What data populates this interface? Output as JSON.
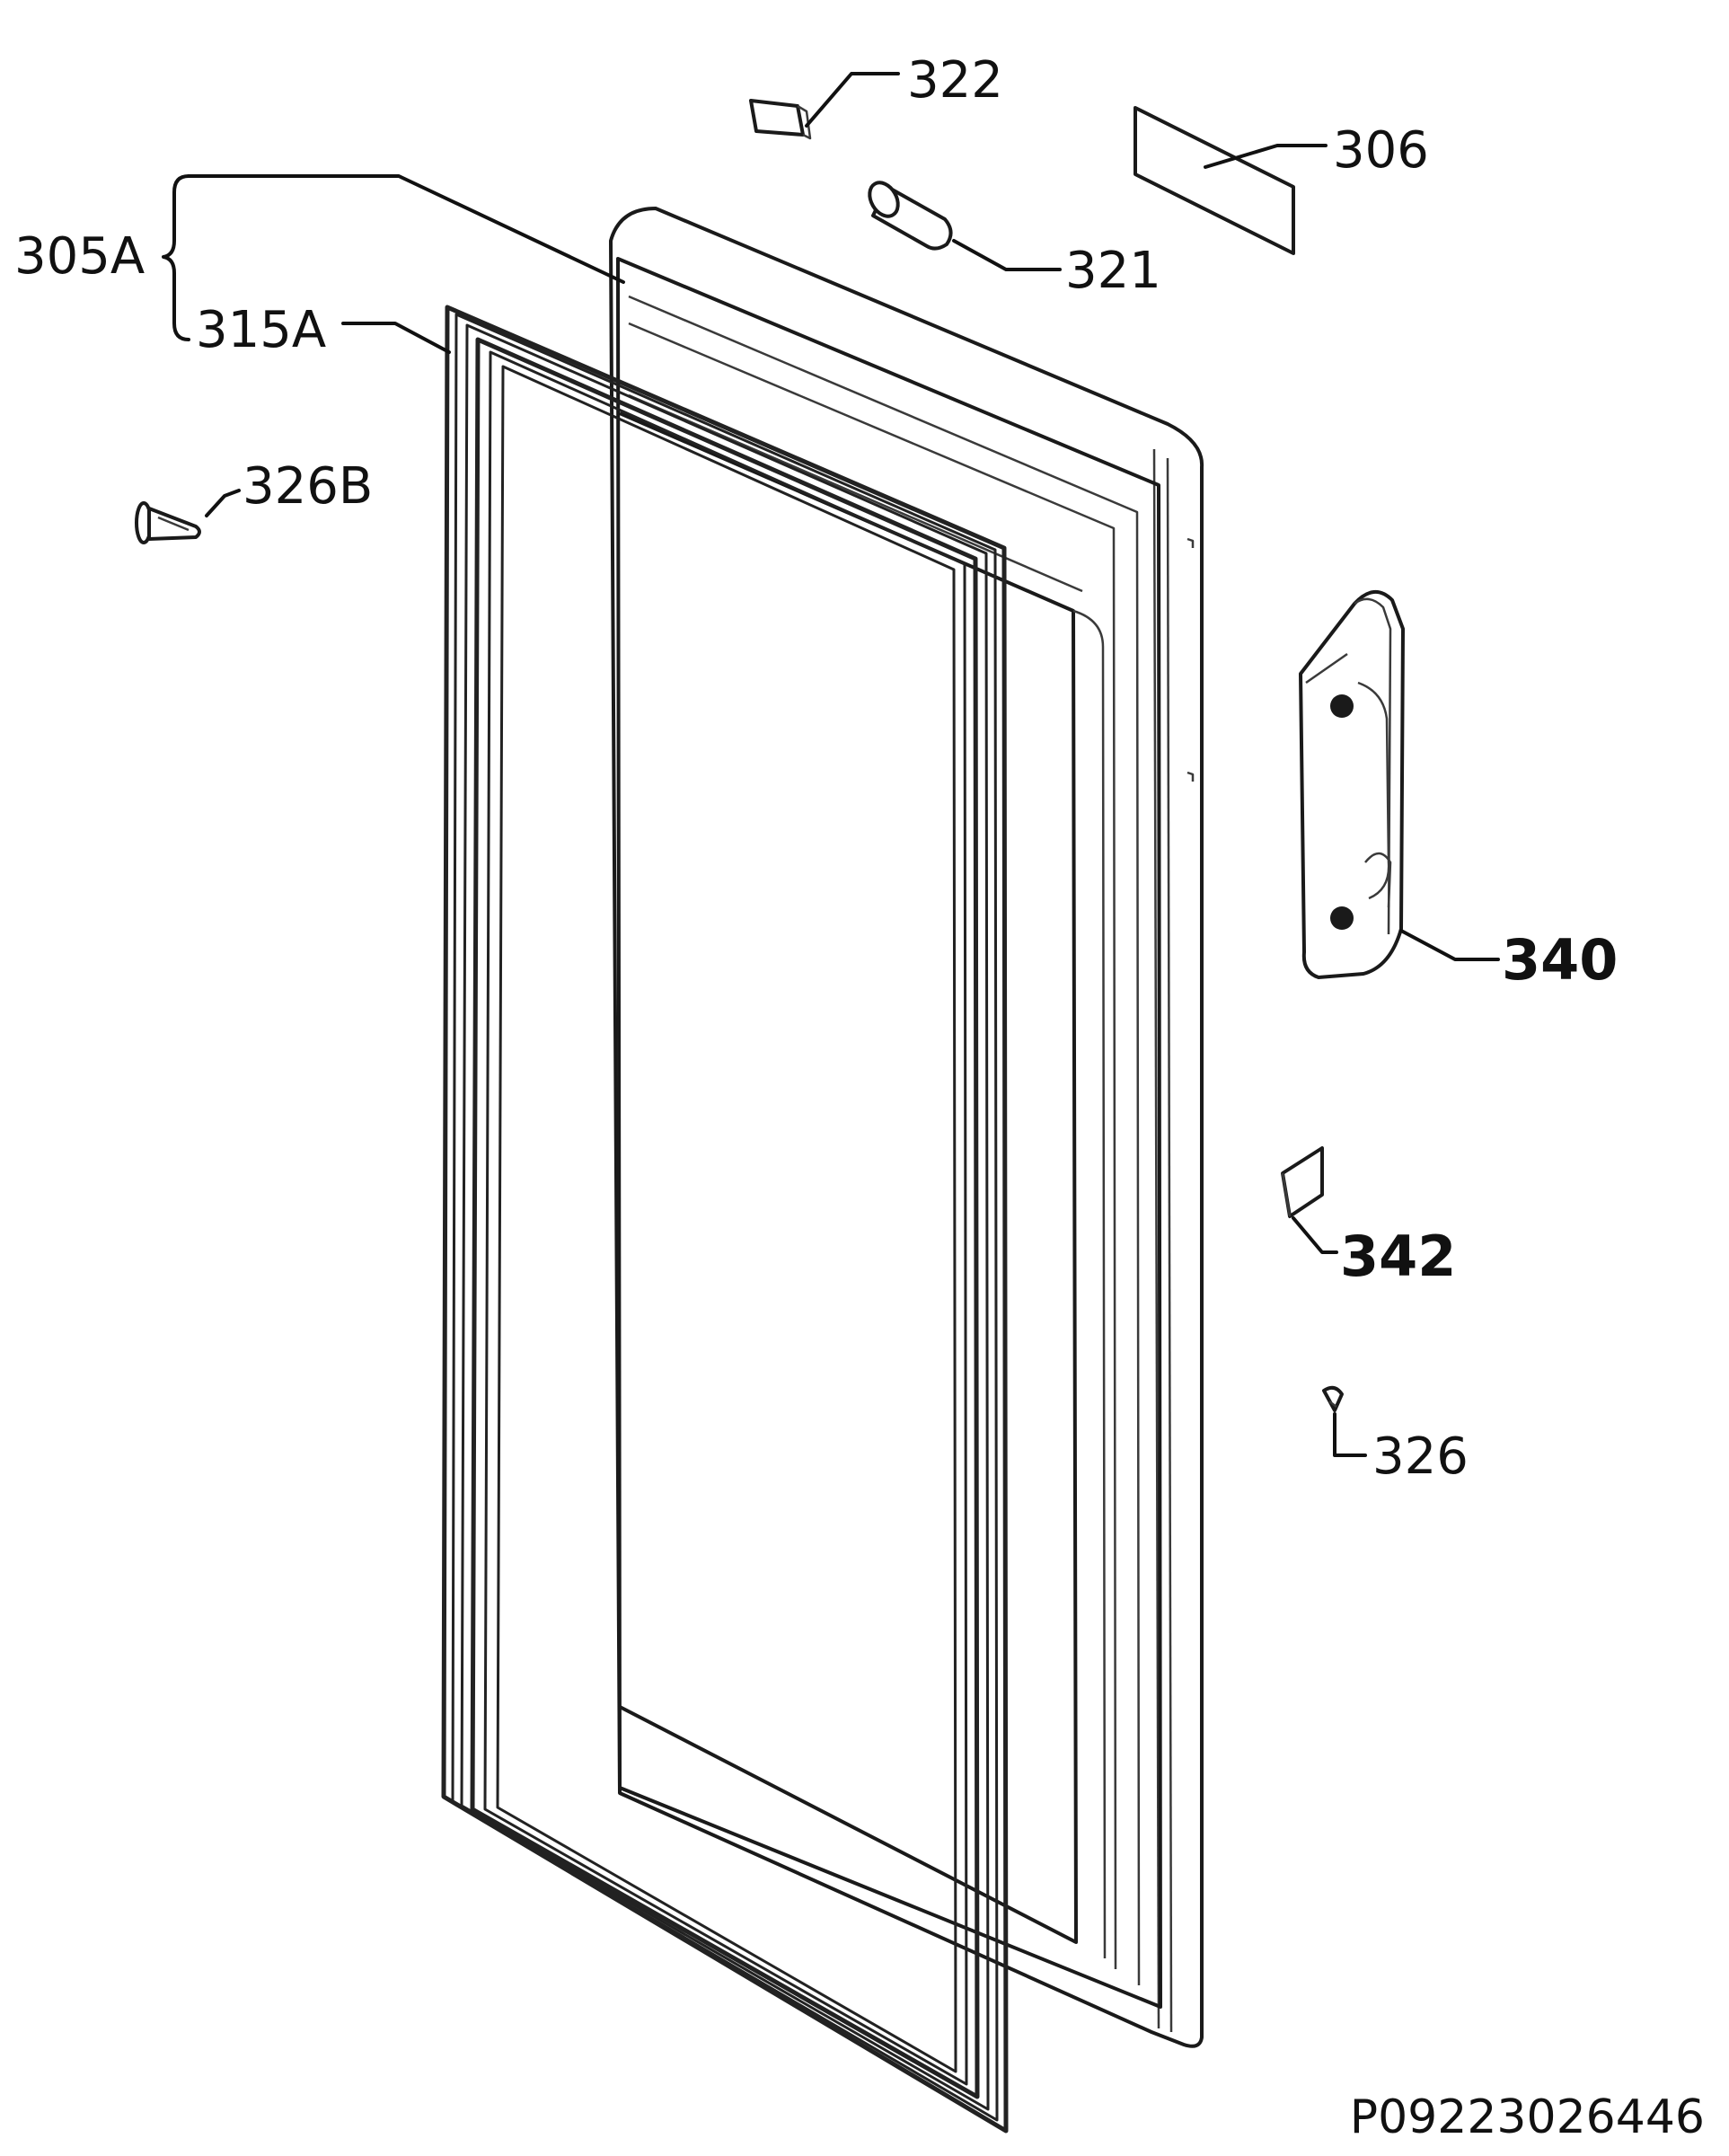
{
  "labels": {
    "l305A": "305A",
    "l315A": "315A",
    "l322": "322",
    "l306": "306",
    "l321": "321",
    "l326B": "326B",
    "l340": "340",
    "l342": "342",
    "l326": "326"
  },
  "document_code": "P09223026446"
}
